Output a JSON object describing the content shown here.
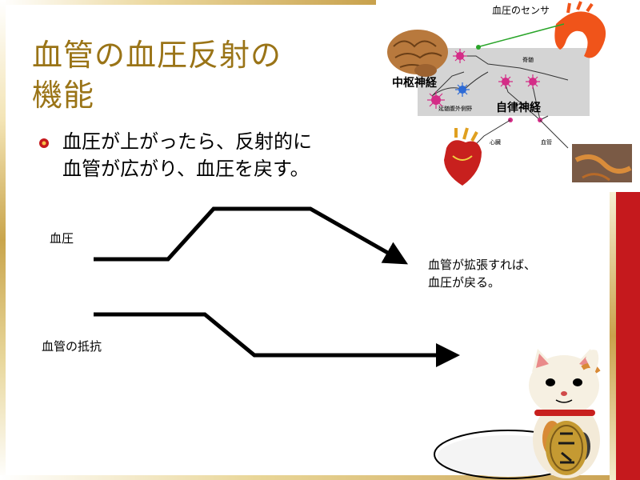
{
  "slide": {
    "title_line1": "血管の血圧反射の",
    "title_line2": "機能",
    "bullet_line1": "血圧が上がったら、反射的に",
    "bullet_line2": "血管が広がり、血圧を戻す。"
  },
  "diagram": {
    "label_bp": "血圧",
    "label_resistance": "血管の抵抗",
    "note_line1": "血管が拡張すれば、",
    "note_line2": "血圧が戻る。"
  },
  "illustration": {
    "sensor_label": "血圧のセンサ",
    "cns_label": "中枢神経",
    "ans_label": "自律神経",
    "spinal_label": "脊髄",
    "medulla_label": "延髄腹外側野",
    "heart_label": "心臓",
    "vessel_label": "血管"
  },
  "colors": {
    "title": "#9a7417",
    "frame_red": "#c5191d",
    "frame_gold": "#c9a14c"
  }
}
